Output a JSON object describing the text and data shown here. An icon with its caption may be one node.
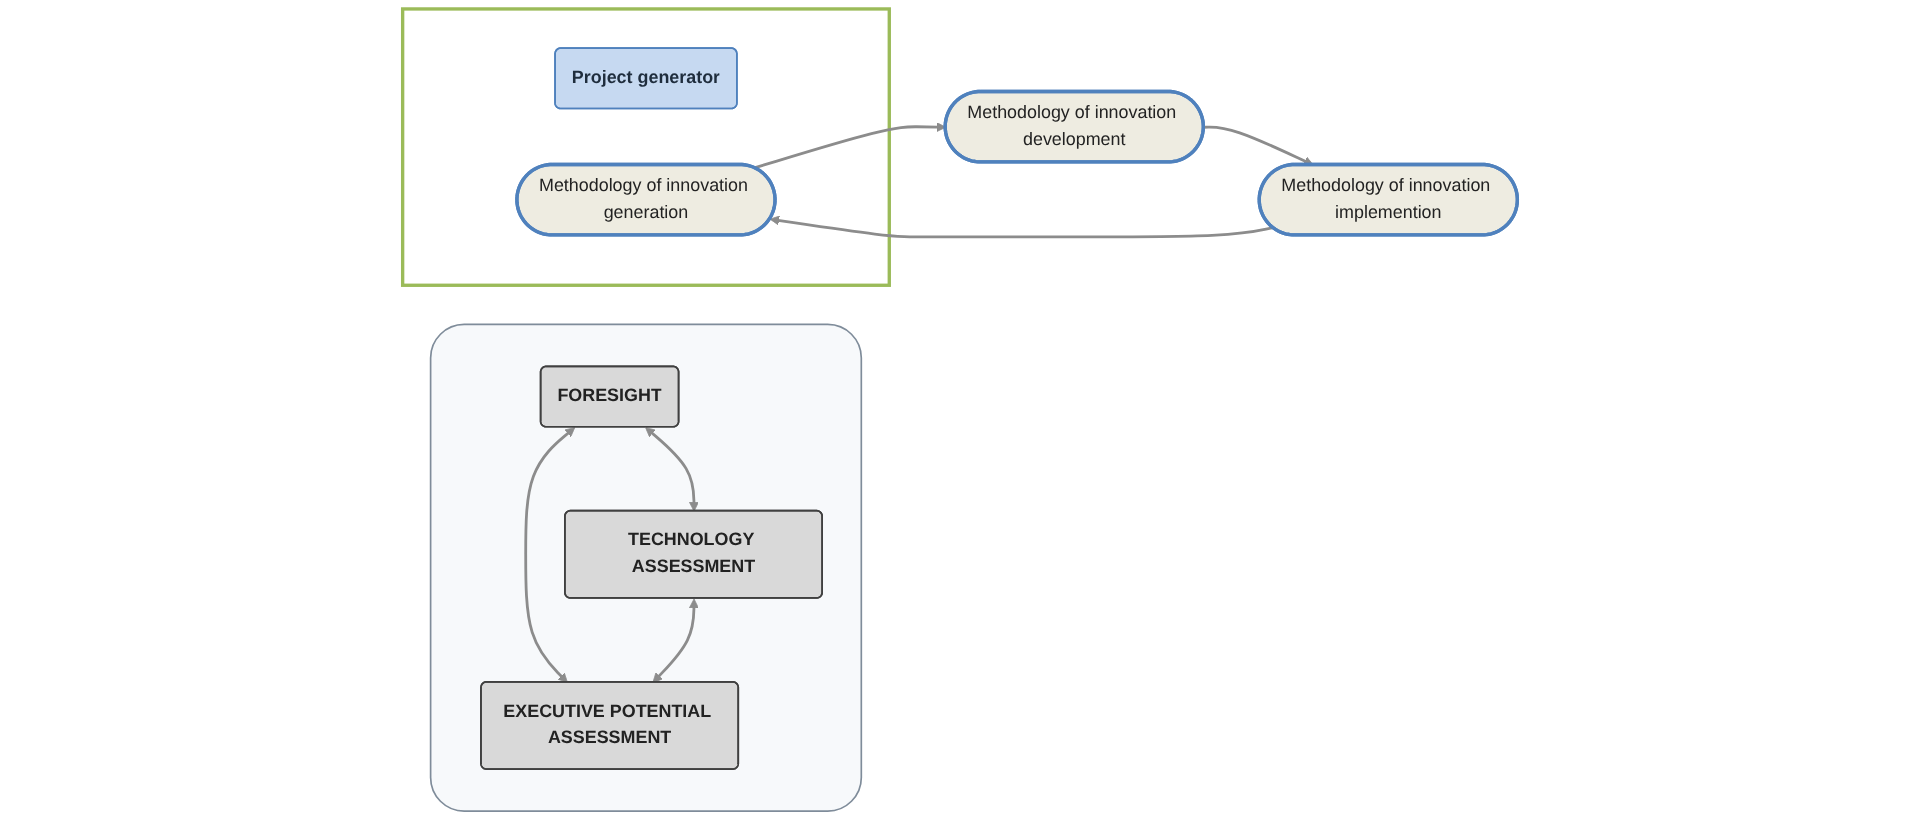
{
  "diagram": {
    "nodes": [
      {
        "text": [],
        "shape": "box"
      },
      {
        "text": [
          "FORESIGHT"
        ],
        "in": 0
      },
      {
        "text": [
          "TECHNOLOGY ASSESSMENT"
        ],
        "in": 0
      },
      {
        "text": [
          "EXECUTIVE POTENTIAL ASSESSMENT"
        ],
        "in": 0
      },
      {
        "text": [],
        "shape": "box"
      },
      {
        "text": [
          "Project generator"
        ],
        "in": 4
      },
      {
        "text": [
          "Methodology of innovation generation"
        ],
        "in": 4
      },
      {
        "text": [
          "Methodology of innovation development"
        ]
      },
      {
        "text": [
          "Methodology of innovation implemention"
        ]
      }
    ],
    "edges": [
      {
        "from": 1,
        "to": 2,
        "arrow": "both"
      },
      {
        "from": 1,
        "to": 3,
        "arrow": "both"
      },
      {
        "from": 2,
        "to": 3,
        "arrow": "both"
      },
      {
        "from": 6,
        "to": 7,
        "arrow": "to"
      },
      {
        "from": 7,
        "to": 8,
        "arrow": "to"
      },
      {
        "from": 8,
        "to": 6,
        "arrow": "to"
      }
    ]
  }
}
